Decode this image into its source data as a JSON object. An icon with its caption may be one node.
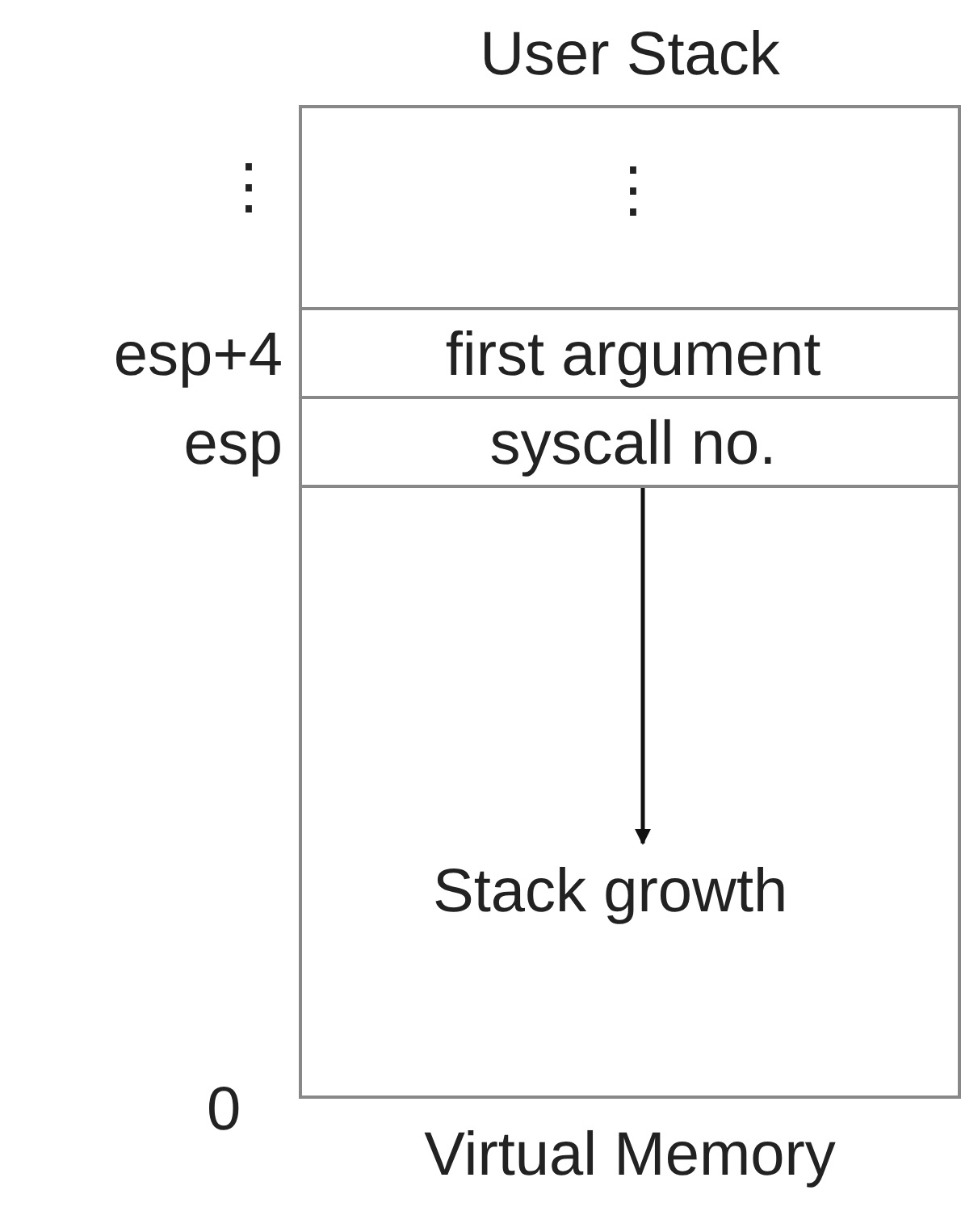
{
  "diagram": {
    "nodes": [
      {
        "text": [
          "User Stack"
        ],
        "beside": [
          "Virtual Memory"
        ]
      },
      {
        "text": [
          "⋮"
        ],
        "in": 0
      },
      {
        "text": [
          "first argument"
        ],
        "in": 0,
        "beside": [
          "esp+4"
        ]
      },
      {
        "text": [
          "syscall no."
        ],
        "in": 0,
        "beside": [
          "esp"
        ]
      }
    ],
    "labels": [
      "⋮",
      "Stack growth",
      "0"
    ]
  }
}
